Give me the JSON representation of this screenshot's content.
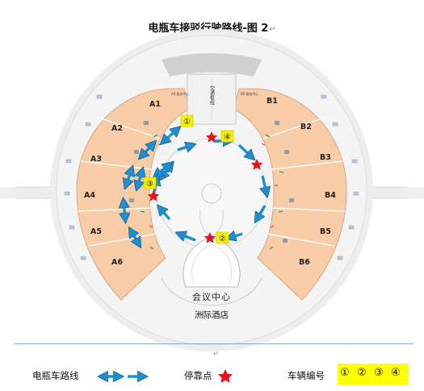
{
  "title": "电瓶车接驳行驶路线-图 2",
  "title_mark": "↵",
  "halls_left": [
    "A1",
    "A2",
    "A3",
    "A4",
    "A5",
    "A6"
  ],
  "halls_right": [
    "B1",
    "B2",
    "B3",
    "B4",
    "B5",
    "B6"
  ],
  "corridor_label": "交通枢纽",
  "tiny_left": "A0 服务中心",
  "tiny_right": "B0 服务中心",
  "vehicle_numbers": [
    "①",
    "②",
    "③",
    "④"
  ],
  "center_label": "会议中心",
  "hotel_label": "洲际酒店",
  "separator_mark": "↵",
  "legend": {
    "route_label": "电瓶车路线",
    "stop_label": "停靠点",
    "car_label": "车辆编号",
    "car_numbers": [
      "①",
      "②",
      "③",
      "④"
    ]
  },
  "colors": {
    "hall_fill": "#f8cca6",
    "route_arrow": "#1f8fcf",
    "stop_star": "#e8141b",
    "number_badge": "#f5f000",
    "outer_ring": "#e6e6e6"
  }
}
